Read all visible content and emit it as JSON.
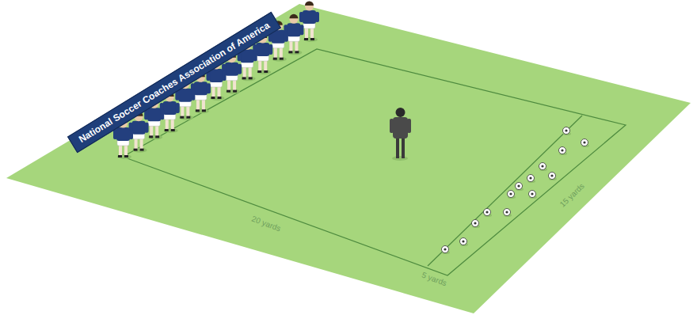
{
  "diagram": {
    "nodes": [
      {
        "text": [
          "National Soccer Coaches Association of America"
        ]
      }
    ],
    "labels": [
      "20 yards",
      "5 yards",
      "15 yards"
    ]
  }
}
